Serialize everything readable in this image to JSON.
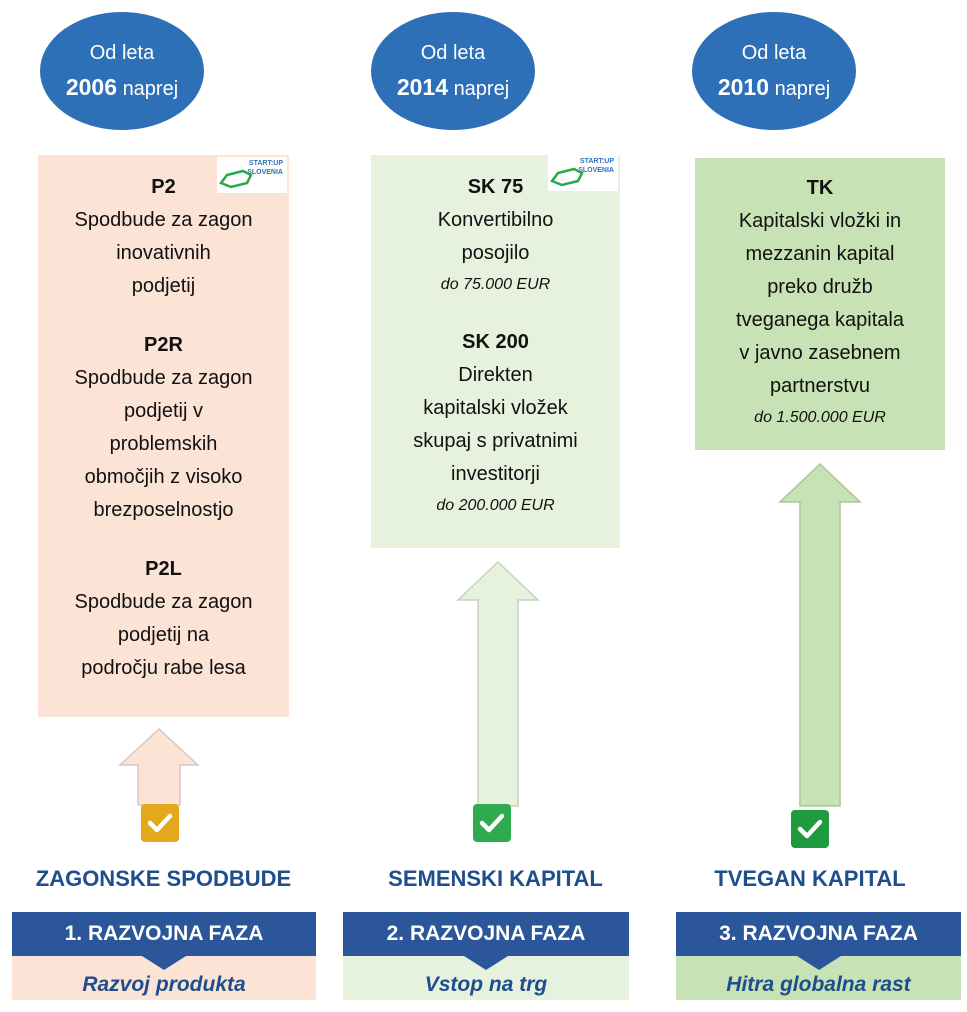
{
  "columns": [
    {
      "oval": {
        "from": "Od leta",
        "year": "2006",
        "onward": "naprej"
      },
      "blocks": [
        {
          "code": "P2",
          "lines": [
            "Spodbude za zagon",
            "inovativnih",
            "podjetij"
          ]
        },
        {
          "code": "P2R",
          "lines": [
            "Spodbude za zagon",
            "podjetij v",
            "problemskih",
            "območjih z visoko",
            "brezposelnostjo"
          ]
        },
        {
          "code": "P2L",
          "lines": [
            "Spodbude za zagon",
            "podjetij na",
            "področju rabe lesa"
          ]
        }
      ],
      "logo": {
        "line1": "START:UP",
        "line2": "SLOVENIA"
      },
      "stage": "ZAGONSKE SPODBUDE",
      "phase": "1. RAZVOJNA FAZA",
      "sub": "Razvoj produkta",
      "colors": {
        "box": "#fbe3d6",
        "arrow": "#fbe3d6",
        "arrow_stroke": "#d8c8c0",
        "check": "#e4a91a",
        "sub_bg": "#fbe3d6"
      }
    },
    {
      "oval": {
        "from": "Od leta",
        "year": "2014",
        "onward": "naprej"
      },
      "blocks": [
        {
          "code": "SK 75",
          "lines": [
            "Konvertibilno",
            "posojilo"
          ],
          "amount": "do 75.000 EUR"
        },
        {
          "code": "SK 200",
          "lines": [
            "Direkten",
            "kapitalski vložek",
            "skupaj s privatnimi",
            "investitorji"
          ],
          "amount": "do 200.000 EUR"
        }
      ],
      "logo": {
        "line1": "START:UP",
        "line2": "SLOVENIA"
      },
      "stage": "SEMENSKI KAPITAL",
      "phase": "2. RAZVOJNA FAZA",
      "sub": "Vstop na trg",
      "colors": {
        "box": "#e6f1de",
        "arrow": "#e6f1de",
        "arrow_stroke": "#c5d3bc",
        "check": "#2eaa4f",
        "sub_bg": "#e6f1de"
      }
    },
    {
      "oval": {
        "from": "Od leta",
        "year": "2010",
        "onward": "naprej"
      },
      "blocks": [
        {
          "code": "TK",
          "lines": [
            "Kapitalski vložki in",
            "mezzanin kapital",
            "preko družb",
            "tveganega kapitala",
            "v javno zasebnem",
            "partnerstvu"
          ],
          "amount": "do 1.500.000 EUR"
        }
      ],
      "stage": "TVEGAN KAPITAL",
      "phase": "3. RAZVOJNA FAZA",
      "sub": "Hitra globalna rast",
      "colors": {
        "box": "#c7e2b4",
        "arrow": "#c7e2b4",
        "arrow_stroke": "#a9c896",
        "check": "#1f9a3f",
        "sub_bg": "#c7e2b4"
      }
    }
  ]
}
